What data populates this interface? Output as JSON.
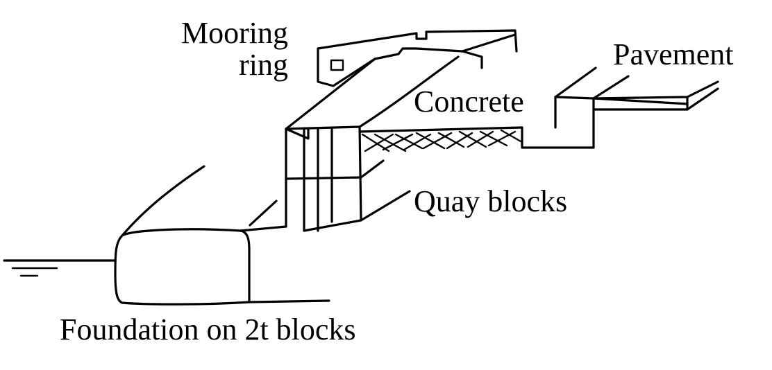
{
  "labels": {
    "mooring_line1": "Mooring",
    "mooring_line2": "ring",
    "pavement": "Pavement",
    "concrete": "Concrete",
    "quay_blocks": "Quay blocks",
    "foundation": "Foundation on 2t blocks"
  },
  "colors": {
    "ink": "#000000",
    "background": "#ffffff"
  }
}
